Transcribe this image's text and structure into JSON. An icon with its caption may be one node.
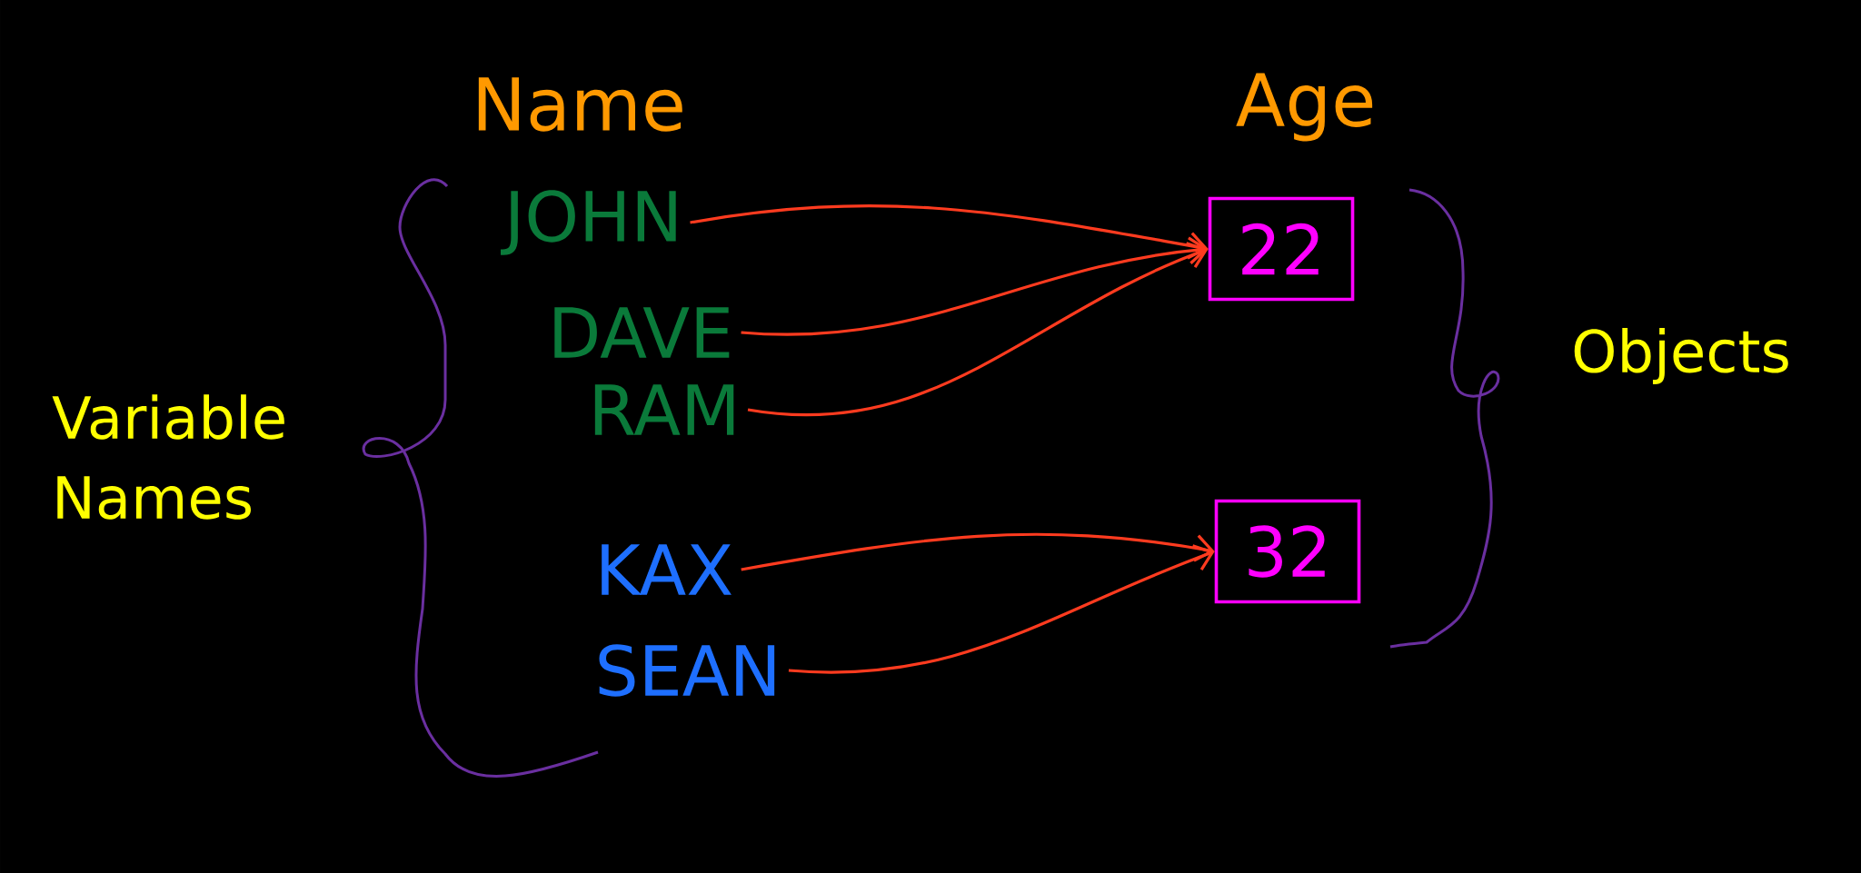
{
  "diagram": {
    "nodes": [
      {
        "text": [
          "JOHN"
        ]
      },
      {
        "text": [
          "DAVE"
        ]
      },
      {
        "text": [
          "RAM"
        ]
      },
      {
        "text": [
          "KAX"
        ]
      },
      {
        "text": [
          "SEAN"
        ]
      },
      {
        "text": [
          "22"
        ]
      },
      {
        "text": [
          "32"
        ]
      }
    ],
    "edges": [
      {
        "from": 0,
        "to": 5,
        "arrow": "to"
      },
      {
        "from": 1,
        "to": 5,
        "arrow": "to"
      },
      {
        "from": 2,
        "to": 5,
        "arrow": "to"
      },
      {
        "from": 3,
        "to": 6,
        "arrow": "to"
      },
      {
        "from": 4,
        "to": 6,
        "arrow": "to"
      }
    ],
    "labels": [
      "Name",
      "Age",
      "Variable Names",
      "Objects"
    ]
  }
}
